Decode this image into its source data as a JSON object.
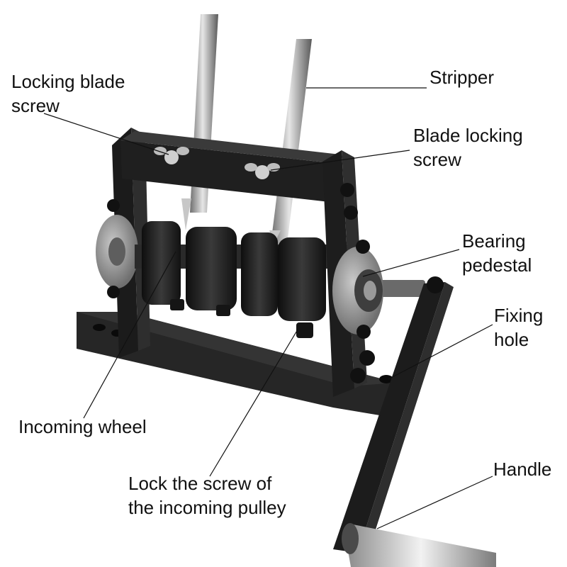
{
  "labels": {
    "locking_blade_screw": "Locking blade\nscrew",
    "stripper": "Stripper",
    "blade_locking_screw": "Blade locking\nscrew",
    "bearing_pedestal": "Bearing\npedestal",
    "fixing_hole": "Fixing\nhole",
    "incoming_wheel": "Incoming wheel",
    "handle": "Handle",
    "lock_screw_pulley": "Lock the screw of\nthe incoming pulley"
  },
  "colors": {
    "metal_dark": "#1b1b1b",
    "metal_mid": "#2c2c2c",
    "steel": "#a9a9a9",
    "bearing": "#8d8d8d",
    "leader": "#111111"
  }
}
